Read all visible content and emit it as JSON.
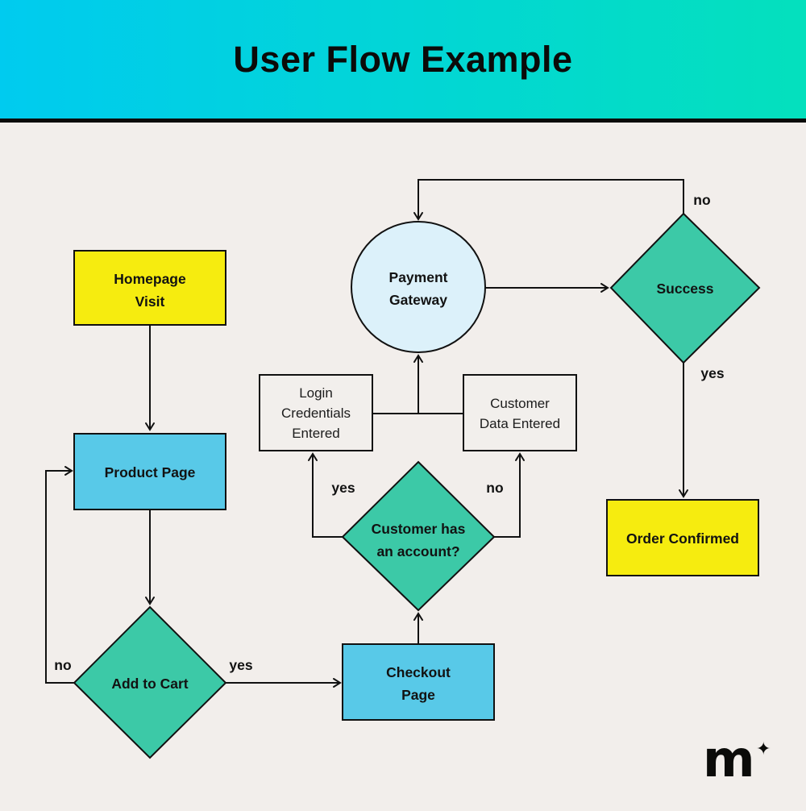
{
  "header": {
    "title": "User Flow Example",
    "gradient_left": "#00CBEF",
    "gradient_right": "#04E0BD",
    "divider_color": "#0B0B09"
  },
  "canvas": {
    "background": "#F2EEEB"
  },
  "colors": {
    "yellow": "#F6EC0F",
    "blue": "#58C9E8",
    "teal": "#3CC9A7",
    "light_blue": "#DCF1FA",
    "box_bg": "#F2EFEC",
    "stroke": "#111111"
  },
  "nodes": {
    "homepage": {
      "lines": [
        "Homepage",
        "Visit"
      ]
    },
    "product": {
      "lines": [
        "Product Page"
      ]
    },
    "add_to_cart": {
      "lines": [
        "Add to Cart"
      ]
    },
    "checkout": {
      "lines": [
        "Checkout",
        "Page"
      ]
    },
    "account": {
      "lines": [
        "Customer has",
        "an account?"
      ]
    },
    "login": {
      "lines": [
        "Login",
        "Credentials",
        "Entered"
      ]
    },
    "customer_data": {
      "lines": [
        "Customer",
        "Data Entered"
      ]
    },
    "payment": {
      "lines": [
        "Payment",
        "Gateway"
      ]
    },
    "success": {
      "lines": [
        "Success"
      ]
    },
    "order": {
      "lines": [
        "Order Confirmed"
      ]
    }
  },
  "edge_labels": {
    "cart_no": "no",
    "cart_yes": "yes",
    "account_yes": "yes",
    "account_no": "no",
    "success_no": "no",
    "success_yes": "yes"
  },
  "logo": {
    "letter": "m",
    "star": "✦"
  }
}
